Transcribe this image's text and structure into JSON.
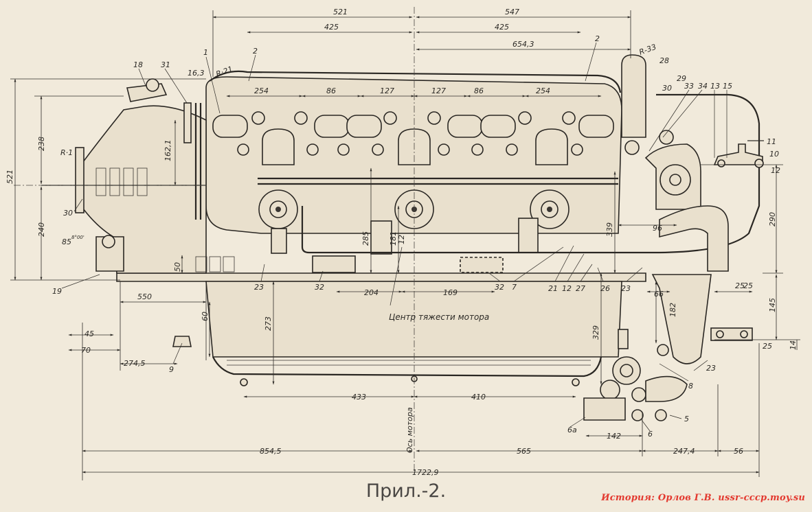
{
  "caption": "Прил.-2.",
  "credit": "История: Орлов Г.В. ussr-cccp.moy.su",
  "axis_labels": {
    "center_of_gravity": "Центр тяжести мотора",
    "engine_axis": "Ось мотора"
  },
  "dimensions": {
    "top_521": "521",
    "top_547": "547",
    "top_425_left": "425",
    "top_425_right": "425",
    "top_654": "654,3",
    "d_16_3": "16,3",
    "r_21": "R·21",
    "r_33": "R-33",
    "d_28": "28",
    "d_29": "29",
    "d_30": "30",
    "s_254_l": "254",
    "s_86_l": "86",
    "s_127_l": "127",
    "s_127_r": "127",
    "s_86_r": "86",
    "s_254_r": "254",
    "v_238": "238",
    "v_521": "521",
    "v_240": "240",
    "v_162": "162,1",
    "r_1": "R·1",
    "d_85": "85",
    "d_8deg": "8°00'",
    "d_50": "50",
    "v_285": "285",
    "v_181": "181",
    "v_339": "339",
    "d_96": "96",
    "v_290": "290",
    "d_550": "550",
    "d_204": "204",
    "d_169": "169",
    "d_66": "66",
    "v_182": "182",
    "v_145": "145",
    "d_25": "25",
    "d_14": "14",
    "v_60": "60",
    "v_273": "273",
    "v_329": "329",
    "d_45": "45",
    "d_70": "70",
    "d_274": "274,5",
    "d_433": "433",
    "d_410": "410",
    "d_142": "142",
    "d_854": "854,5",
    "d_565": "565",
    "d_247": "247,4",
    "d_56": "56",
    "d_1722": "1722,9"
  },
  "callouts": {
    "c1": "1",
    "c2a": "2",
    "c2b": "2",
    "c18": "18",
    "c31": "31",
    "c33": "33",
    "c34": "34",
    "c13": "13",
    "c15": "15",
    "c11": "11",
    "c10": "10",
    "c12r": "12",
    "c30": "30",
    "c19": "19",
    "c23a": "23",
    "c32a": "32",
    "c32b": "32",
    "c7": "7",
    "c21": "21",
    "c12b": "12",
    "c27": "27",
    "c26": "26",
    "c23b": "23",
    "c25a": "25",
    "c25b": "25",
    "c23c": "23",
    "c8": "8",
    "c9": "9",
    "c5": "5",
    "c6": "6",
    "c6a": "6а",
    "c12m": "12"
  }
}
